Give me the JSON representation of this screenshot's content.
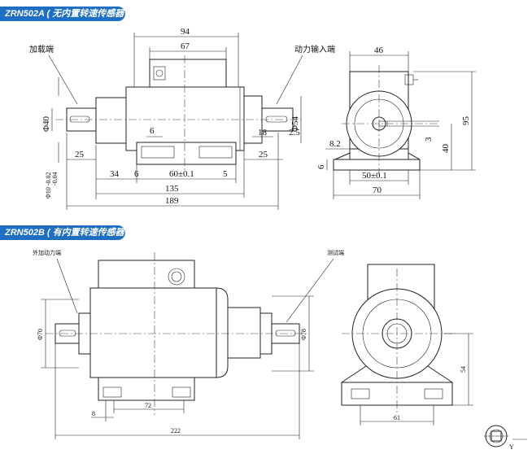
{
  "diagram_a": {
    "title": "ZRN502A ( 无内置转速传感器 )",
    "labels": {
      "load_end": "加载端",
      "power_input_end": "动力输入端"
    },
    "dims": {
      "d94": "94",
      "d67": "67",
      "d46": "46",
      "d95": "95",
      "d40h": "40",
      "d6a": "6",
      "d18": "18",
      "d2_5": "2.5",
      "d25L": "25",
      "d25R": "25",
      "d34": "34",
      "d6b": "6",
      "d60": "60±0.1",
      "d5": "5",
      "d135": "135",
      "d189": "189",
      "d82": "8.2",
      "d3": "3",
      "d6c": "6",
      "d50": "50±0.1",
      "d70": "70",
      "dphi40": "Φ40",
      "dphi54": "Φ54",
      "dtolA": "Φ10 -0.02",
      "dtolB": "-0.04"
    }
  },
  "diagram_b": {
    "title": "ZRN502B ( 有内置转速传感器 )",
    "labels": {
      "external_power_end": "外加动力端",
      "test_end": "测试端"
    },
    "dims": {
      "dphi70": "Φ70",
      "dphi78": "Φ78",
      "d72": "72",
      "d8": "8",
      "d222": "222",
      "d54": "54",
      "d61": "61",
      "dkey": "Y"
    }
  }
}
